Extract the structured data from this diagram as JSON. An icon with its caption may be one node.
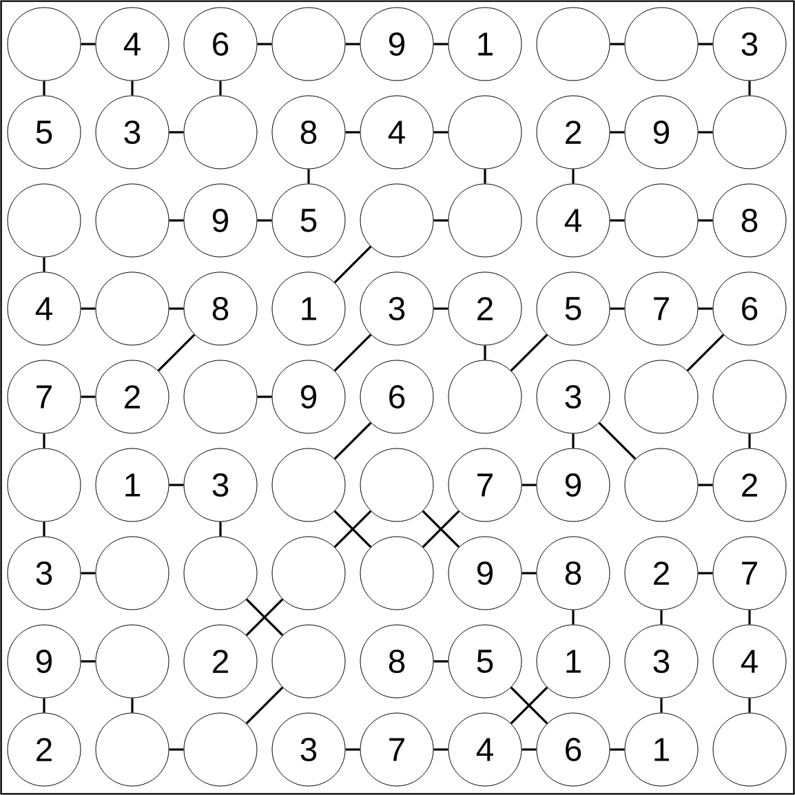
{
  "diagram": {
    "nodes": [
      {
        "text": [],
        "shape": "circle"
      },
      {
        "text": [
          "4"
        ]
      },
      {
        "text": [
          "6"
        ]
      },
      {
        "text": [],
        "shape": "circle"
      },
      {
        "text": [
          "9"
        ]
      },
      {
        "text": [
          "1"
        ]
      },
      {
        "text": [],
        "shape": "circle"
      },
      {
        "text": [],
        "shape": "circle"
      },
      {
        "text": [
          "3"
        ]
      },
      {
        "text": [
          "5"
        ]
      },
      {
        "text": [
          "3"
        ]
      },
      {
        "text": [],
        "shape": "circle"
      },
      {
        "text": [
          "8"
        ]
      },
      {
        "text": [
          "4"
        ]
      },
      {
        "text": [],
        "shape": "circle"
      },
      {
        "text": [
          "2"
        ]
      },
      {
        "text": [
          "9"
        ]
      },
      {
        "text": [],
        "shape": "circle"
      },
      {
        "text": [],
        "shape": "circle"
      },
      {
        "text": [],
        "shape": "circle"
      },
      {
        "text": [
          "9"
        ]
      },
      {
        "text": [
          "5"
        ]
      },
      {
        "text": [],
        "shape": "circle"
      },
      {
        "text": [],
        "shape": "circle"
      },
      {
        "text": [
          "4"
        ]
      },
      {
        "text": [],
        "shape": "circle"
      },
      {
        "text": [
          "8"
        ]
      },
      {
        "text": [
          "4"
        ]
      },
      {
        "text": [],
        "shape": "circle"
      },
      {
        "text": [
          "8"
        ]
      },
      {
        "text": [
          "1"
        ]
      },
      {
        "text": [
          "3"
        ]
      },
      {
        "text": [
          "2"
        ]
      },
      {
        "text": [
          "5"
        ]
      },
      {
        "text": [
          "7"
        ]
      },
      {
        "text": [
          "6"
        ]
      },
      {
        "text": [
          "7"
        ]
      },
      {
        "text": [
          "2"
        ]
      },
      {
        "text": [],
        "shape": "circle"
      },
      {
        "text": [
          "9"
        ]
      },
      {
        "text": [
          "6"
        ]
      },
      {
        "text": [],
        "shape": "circle"
      },
      {
        "text": [
          "3"
        ]
      },
      {
        "text": [],
        "shape": "circle"
      },
      {
        "text": [],
        "shape": "circle"
      },
      {
        "text": [],
        "shape": "circle"
      },
      {
        "text": [
          "1"
        ]
      },
      {
        "text": [
          "3"
        ]
      },
      {
        "text": [],
        "shape": "circle"
      },
      {
        "text": [],
        "shape": "circle"
      },
      {
        "text": [
          "7"
        ]
      },
      {
        "text": [
          "9"
        ]
      },
      {
        "text": [],
        "shape": "circle"
      },
      {
        "text": [
          "2"
        ]
      },
      {
        "text": [
          "3"
        ]
      },
      {
        "text": [],
        "shape": "circle"
      },
      {
        "text": [],
        "shape": "circle"
      },
      {
        "text": [],
        "shape": "circle"
      },
      {
        "text": [],
        "shape": "circle"
      },
      {
        "text": [
          "9"
        ]
      },
      {
        "text": [
          "8"
        ]
      },
      {
        "text": [
          "2"
        ]
      },
      {
        "text": [
          "7"
        ]
      },
      {
        "text": [
          "9"
        ]
      },
      {
        "text": [],
        "shape": "circle"
      },
      {
        "text": [
          "2"
        ]
      },
      {
        "text": [],
        "shape": "circle"
      },
      {
        "text": [
          "8"
        ]
      },
      {
        "text": [
          "5"
        ]
      },
      {
        "text": [
          "1"
        ]
      },
      {
        "text": [
          "3"
        ]
      },
      {
        "text": [
          "4"
        ]
      },
      {
        "text": [
          "2"
        ]
      },
      {
        "text": [],
        "shape": "circle"
      },
      {
        "text": [],
        "shape": "circle"
      },
      {
        "text": [
          "3"
        ]
      },
      {
        "text": [
          "7"
        ]
      },
      {
        "text": [
          "4"
        ]
      },
      {
        "text": [
          "6"
        ]
      },
      {
        "text": [
          "1"
        ]
      },
      {
        "text": [],
        "shape": "circle"
      }
    ],
    "edges": [
      {
        "from": 0,
        "to": 1,
        "arrow": "none"
      },
      {
        "from": 2,
        "to": 3,
        "arrow": "none"
      },
      {
        "from": 3,
        "to": 4,
        "arrow": "none"
      },
      {
        "from": 4,
        "to": 5,
        "arrow": "none"
      },
      {
        "from": 6,
        "to": 7,
        "arrow": "none"
      },
      {
        "from": 7,
        "to": 8,
        "arrow": "none"
      },
      {
        "from": 0,
        "to": 9,
        "arrow": "none"
      },
      {
        "from": 1,
        "to": 10,
        "arrow": "none"
      },
      {
        "from": 2,
        "to": 11,
        "arrow": "none"
      },
      {
        "from": 8,
        "to": 17,
        "arrow": "none"
      },
      {
        "from": 10,
        "to": 11,
        "arrow": "none"
      },
      {
        "from": 12,
        "to": 13,
        "arrow": "none"
      },
      {
        "from": 13,
        "to": 14,
        "arrow": "none"
      },
      {
        "from": 15,
        "to": 16,
        "arrow": "none"
      },
      {
        "from": 16,
        "to": 17,
        "arrow": "none"
      },
      {
        "from": 12,
        "to": 21,
        "arrow": "none"
      },
      {
        "from": 14,
        "to": 23,
        "arrow": "none"
      },
      {
        "from": 15,
        "to": 24,
        "arrow": "none"
      },
      {
        "from": 19,
        "to": 20,
        "arrow": "none"
      },
      {
        "from": 20,
        "to": 21,
        "arrow": "none"
      },
      {
        "from": 22,
        "to": 23,
        "arrow": "none"
      },
      {
        "from": 24,
        "to": 25,
        "arrow": "none"
      },
      {
        "from": 25,
        "to": 26,
        "arrow": "none"
      },
      {
        "from": 18,
        "to": 27,
        "arrow": "none"
      },
      {
        "from": 22,
        "to": 30,
        "arrow": "none"
      },
      {
        "from": 27,
        "to": 28,
        "arrow": "none"
      },
      {
        "from": 28,
        "to": 29,
        "arrow": "none"
      },
      {
        "from": 31,
        "to": 32,
        "arrow": "none"
      },
      {
        "from": 33,
        "to": 34,
        "arrow": "none"
      },
      {
        "from": 34,
        "to": 35,
        "arrow": "none"
      },
      {
        "from": 29,
        "to": 37,
        "arrow": "none"
      },
      {
        "from": 31,
        "to": 39,
        "arrow": "none"
      },
      {
        "from": 33,
        "to": 41,
        "arrow": "none"
      },
      {
        "from": 35,
        "to": 43,
        "arrow": "none"
      },
      {
        "from": 32,
        "to": 41,
        "arrow": "none"
      },
      {
        "from": 36,
        "to": 37,
        "arrow": "none"
      },
      {
        "from": 38,
        "to": 39,
        "arrow": "none"
      },
      {
        "from": 36,
        "to": 45,
        "arrow": "none"
      },
      {
        "from": 42,
        "to": 51,
        "arrow": "none"
      },
      {
        "from": 44,
        "to": 53,
        "arrow": "none"
      },
      {
        "from": 40,
        "to": 48,
        "arrow": "none"
      },
      {
        "from": 42,
        "to": 52,
        "arrow": "none"
      },
      {
        "from": 46,
        "to": 47,
        "arrow": "none"
      },
      {
        "from": 50,
        "to": 51,
        "arrow": "none"
      },
      {
        "from": 52,
        "to": 53,
        "arrow": "none"
      },
      {
        "from": 45,
        "to": 54,
        "arrow": "none"
      },
      {
        "from": 47,
        "to": 56,
        "arrow": "none"
      },
      {
        "from": 48,
        "to": 58,
        "arrow": "none"
      },
      {
        "from": 49,
        "to": 57,
        "arrow": "none"
      },
      {
        "from": 49,
        "to": 59,
        "arrow": "none"
      },
      {
        "from": 50,
        "to": 58,
        "arrow": "none"
      },
      {
        "from": 54,
        "to": 55,
        "arrow": "none"
      },
      {
        "from": 59,
        "to": 60,
        "arrow": "none"
      },
      {
        "from": 61,
        "to": 62,
        "arrow": "none"
      },
      {
        "from": 60,
        "to": 69,
        "arrow": "none"
      },
      {
        "from": 61,
        "to": 70,
        "arrow": "none"
      },
      {
        "from": 62,
        "to": 71,
        "arrow": "none"
      },
      {
        "from": 56,
        "to": 66,
        "arrow": "none"
      },
      {
        "from": 57,
        "to": 65,
        "arrow": "none"
      },
      {
        "from": 63,
        "to": 64,
        "arrow": "none"
      },
      {
        "from": 67,
        "to": 68,
        "arrow": "none"
      },
      {
        "from": 63,
        "to": 72,
        "arrow": "none"
      },
      {
        "from": 64,
        "to": 73,
        "arrow": "none"
      },
      {
        "from": 70,
        "to": 79,
        "arrow": "none"
      },
      {
        "from": 71,
        "to": 80,
        "arrow": "none"
      },
      {
        "from": 66,
        "to": 74,
        "arrow": "none"
      },
      {
        "from": 68,
        "to": 78,
        "arrow": "none"
      },
      {
        "from": 69,
        "to": 77,
        "arrow": "none"
      },
      {
        "from": 73,
        "to": 74,
        "arrow": "none"
      },
      {
        "from": 75,
        "to": 76,
        "arrow": "none"
      },
      {
        "from": 76,
        "to": 77,
        "arrow": "none"
      },
      {
        "from": 77,
        "to": 78,
        "arrow": "none"
      },
      {
        "from": 78,
        "to": 79,
        "arrow": "none"
      }
    ]
  }
}
